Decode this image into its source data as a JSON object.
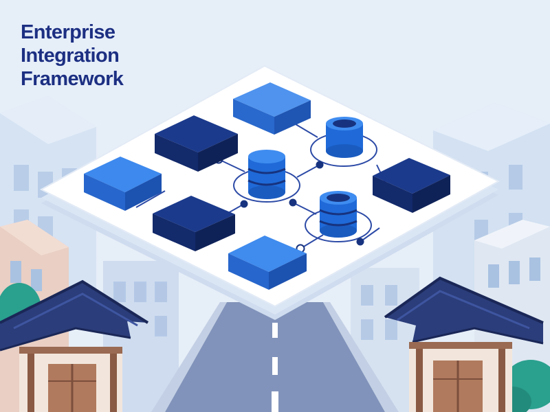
{
  "title": {
    "lines": [
      "Enterprise",
      "Integration",
      "Framework"
    ]
  },
  "palette": {
    "background": "#e6eef8",
    "building_light": "#cddcf0",
    "building_window": "#a9c2e2",
    "building_warm": "#e9cfc4",
    "platform": "#ffffff",
    "platform_edge": "#d5e1f2",
    "block_light": "#2f78e3",
    "block_dark": "#17337f",
    "database": "#1f6ad8",
    "connector": "#2c4aa6",
    "roof": "#2b3d7a",
    "wood": "#9a6a52",
    "road": "#7f92b8",
    "tree": "#2aa08e"
  },
  "diagram": {
    "nodes": [
      {
        "id": "block-top",
        "kind": "block",
        "tone": "light"
      },
      {
        "id": "block-upper-left",
        "kind": "block",
        "tone": "dark"
      },
      {
        "id": "block-left",
        "kind": "block",
        "tone": "light"
      },
      {
        "id": "block-mid-left",
        "kind": "block",
        "tone": "dark"
      },
      {
        "id": "block-bottom",
        "kind": "block",
        "tone": "light"
      },
      {
        "id": "block-right",
        "kind": "block",
        "tone": "dark"
      },
      {
        "id": "database-top",
        "kind": "database"
      },
      {
        "id": "database-center",
        "kind": "database"
      },
      {
        "id": "database-lower",
        "kind": "database"
      }
    ],
    "links": [
      [
        "block-top",
        "database-top"
      ],
      [
        "block-upper-left",
        "database-center"
      ],
      [
        "block-left",
        "block-upper-left"
      ],
      [
        "block-mid-left",
        "database-center"
      ],
      [
        "block-bottom",
        "database-lower"
      ],
      [
        "database-top",
        "database-center"
      ],
      [
        "database-center",
        "database-lower"
      ],
      [
        "database-lower",
        "block-right"
      ],
      [
        "block-right",
        "database-top"
      ]
    ]
  },
  "icons": [
    "cube-block-icon",
    "database-icon",
    "hanok-roof-icon",
    "building-icon",
    "tree-icon"
  ]
}
